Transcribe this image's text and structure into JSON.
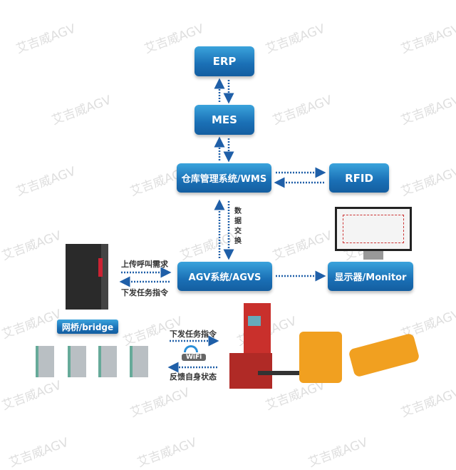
{
  "watermark": "艾吉威AGV",
  "boxes": {
    "erp": "ERP",
    "mes": "MES",
    "wms": "仓库管理系统/WMS",
    "rfid": "RFID",
    "agvs": "AGV系统/AGVS",
    "monitor": "显示器/Monitor",
    "bridge": "网桥/bridge"
  },
  "labels": {
    "data_exchange": "数据交换",
    "upload_call": "上传呼叫需求",
    "issue_task_left": "下发任务指令",
    "issue_task_right": "下发任务指令",
    "feedback": "反馈自身状态",
    "wifi": "WiFi"
  },
  "colors": {
    "box": "#1a6fb5",
    "arrow": "#1f5fa8"
  }
}
